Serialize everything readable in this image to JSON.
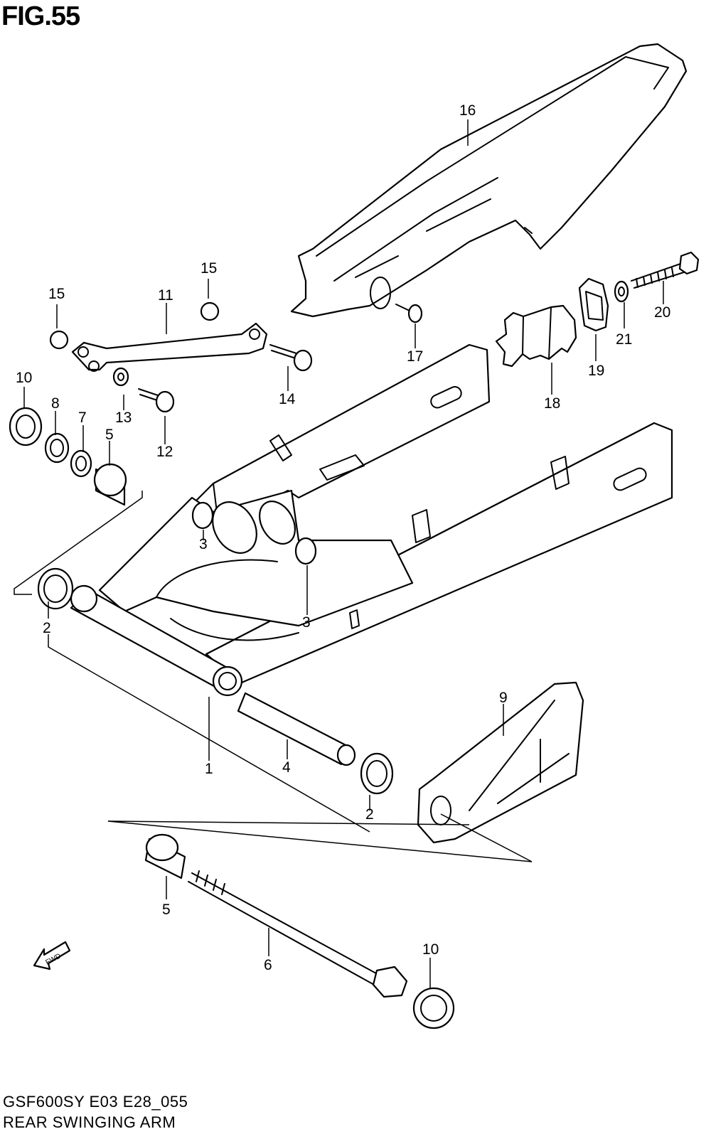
{
  "figure": {
    "title": "FIG.55"
  },
  "footer": {
    "code": "GSF600SY E03 E28_055",
    "name": "REAR SWINGING ARM"
  },
  "fwd_arrow": {
    "label": "FWD"
  },
  "callouts": {
    "c1": "1",
    "c2a": "2",
    "c2b": "2",
    "c3a": "3",
    "c3b": "3",
    "c4": "4",
    "c5a": "5",
    "c5b": "5",
    "c6": "6",
    "c7": "7",
    "c8": "8",
    "c9": "9",
    "c10a": "10",
    "c10b": "10",
    "c11": "11",
    "c12": "12",
    "c13": "13",
    "c14": "14",
    "c15a": "15",
    "c15b": "15",
    "c16": "16",
    "c17": "17",
    "c18": "18",
    "c19": "19",
    "c20": "20",
    "c21": "21"
  }
}
